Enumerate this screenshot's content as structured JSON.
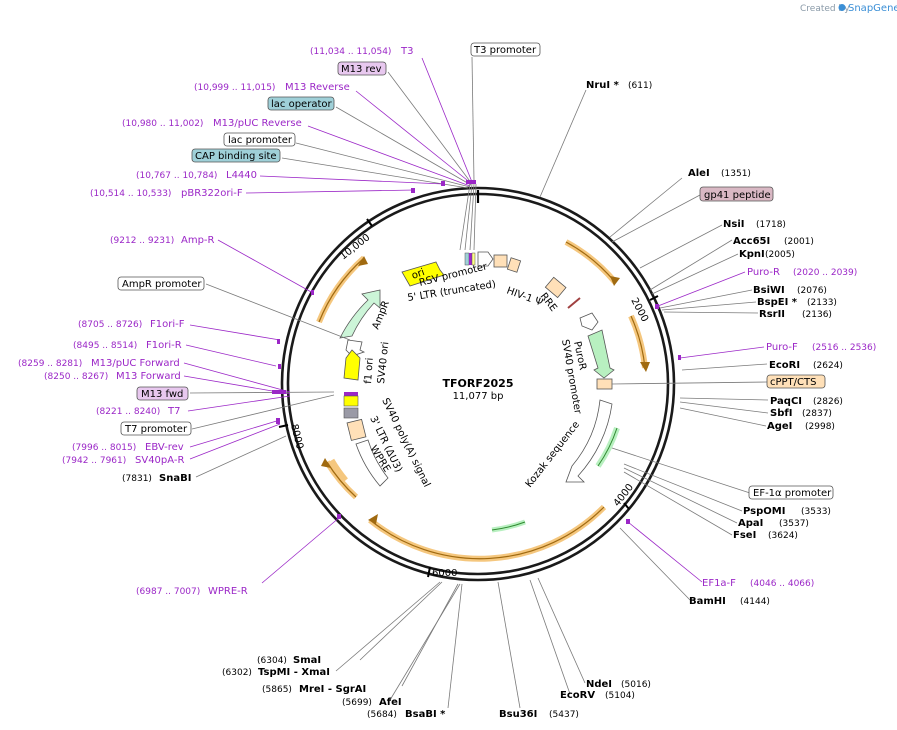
{
  "credit": {
    "prefix": "Created by",
    "brand": "SnapGene"
  },
  "plasmid": {
    "name": "TFORF2025",
    "length": "11,077 bp"
  },
  "ticks": [
    "2000",
    "4000",
    "6000",
    "8000",
    "10,000"
  ],
  "enzymes": [
    {
      "name": "NruI *",
      "pos": "(611)"
    },
    {
      "name": "AleI",
      "pos": "(1351)"
    },
    {
      "name": "NsiI",
      "pos": "(1718)"
    },
    {
      "name": "Acc65I",
      "pos": "(2001)"
    },
    {
      "name": "KpnI",
      "pos": "(2005)"
    },
    {
      "name": "BsiWI",
      "pos": "(2076)"
    },
    {
      "name": "BspEI *",
      "pos": "(2133)"
    },
    {
      "name": "RsrII",
      "pos": "(2136)"
    },
    {
      "name": "EcoRI",
      "pos": "(2624)"
    },
    {
      "name": "PaqCI",
      "pos": "(2826)"
    },
    {
      "name": "SbfI",
      "pos": "(2837)"
    },
    {
      "name": "AgeI",
      "pos": "(2998)"
    },
    {
      "name": "PspOMI",
      "pos": "(3533)"
    },
    {
      "name": "ApaI",
      "pos": "(3537)"
    },
    {
      "name": "FseI",
      "pos": "(3624)"
    },
    {
      "name": "BamHI",
      "pos": "(4144)"
    },
    {
      "name": "NdeI",
      "pos": "(5016)"
    },
    {
      "name": "EcoRV",
      "pos": "(5104)"
    },
    {
      "name": "Bsu36I",
      "pos": "(5437)"
    },
    {
      "name": "BsaBI *",
      "pos": "(5684)"
    },
    {
      "name": "AfeI",
      "pos": "(5699)"
    },
    {
      "name": "MreI - SgrAI",
      "pos": "(5865)"
    },
    {
      "name": "TspMI - XmaI",
      "pos": "(6302)"
    },
    {
      "name": "SmaI",
      "pos": "(6304)"
    },
    {
      "name": "SnaBI",
      "pos": "(7831)"
    }
  ],
  "primers": [
    {
      "name": "T3",
      "pos": "(11,034 .. 11,054)"
    },
    {
      "name": "M13 Reverse",
      "pos": "(10,999 .. 11,015)"
    },
    {
      "name": "M13/pUC Reverse",
      "pos": "(10,980 .. 11,002)"
    },
    {
      "name": "L4440",
      "pos": "(10,767 .. 10,784)"
    },
    {
      "name": "pBR322ori-F",
      "pos": "(10,514 .. 10,533)"
    },
    {
      "name": "Amp-R",
      "pos": "(9212 .. 9231)"
    },
    {
      "name": "F1ori-F",
      "pos": "(8705 .. 8726)"
    },
    {
      "name": "F1ori-R",
      "pos": "(8495 .. 8514)"
    },
    {
      "name": "M13/pUC Forward",
      "pos": "(8259 .. 8281)"
    },
    {
      "name": "M13 Forward",
      "pos": "(8250 .. 8267)"
    },
    {
      "name": "T7",
      "pos": "(8221 .. 8240)"
    },
    {
      "name": "EBV-rev",
      "pos": "(7996 .. 8015)"
    },
    {
      "name": "SV40pA-R",
      "pos": "(7942 .. 7961)"
    },
    {
      "name": "WPRE-R",
      "pos": "(6987 .. 7007)"
    },
    {
      "name": "Puro-R",
      "pos": "(2020 .. 2039)"
    },
    {
      "name": "Puro-F",
      "pos": "(2516 .. 2536)"
    },
    {
      "name": "EF1a-F",
      "pos": "(4046 .. 4066)"
    }
  ],
  "boxed": {
    "t3_promoter": "T3 promoter",
    "m13_rev": "M13 rev",
    "lac_operator": "lac operator",
    "lac_promoter": "lac promoter",
    "cap_site": "CAP binding site",
    "gp41": "gp41 peptide",
    "ampr_promoter": "AmpR promoter",
    "m13_fwd": "M13 fwd",
    "t7_promoter": "T7 promoter",
    "cppt": "cPPT/CTS",
    "ef1a_promoter": "EF-1α promoter"
  },
  "inner_features": {
    "ori": "ori",
    "rsv": "RSV promoter",
    "ltr5": "5' LTR (truncated)",
    "hiv": "HIV-1 Ψ",
    "rre": "RRE",
    "puror": "PuroR",
    "sv40p": "SV40 promoter",
    "kozak": "Kozak sequence",
    "ampr": "AmpR",
    "f1ori": "f1 ori",
    "sv40ori": "SV40 ori",
    "sv40pa": "SV40 poly(A) signal",
    "ltr3": "3' LTR (ΔU3)",
    "wpre": "WPRE"
  },
  "colors": {
    "primer": "#9b27c7",
    "orf_arc": "#f5c77e",
    "ori_yellow": "#ffff00",
    "ampr_green": "#ccf5d8",
    "puro_green": "#b8f0c0",
    "peach": "#ffe0b8",
    "lac_blue": "#9fd0d8",
    "m13_pink": "#e8c8ef",
    "gp41_pink": "#d9b8c4"
  }
}
